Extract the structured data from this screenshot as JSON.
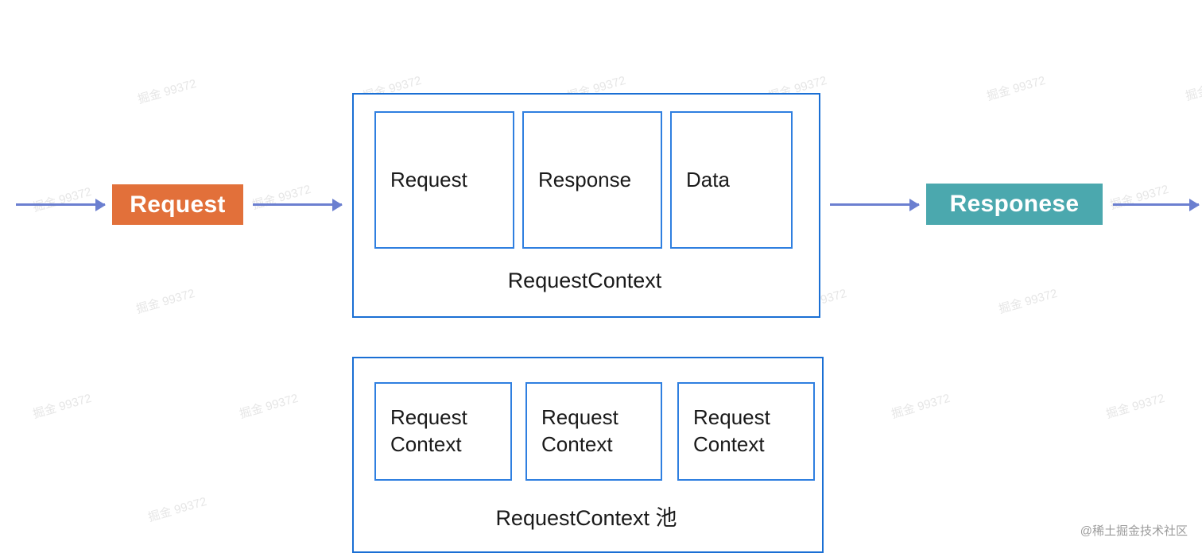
{
  "diagram": {
    "title": "RequestContext 池 flow diagram",
    "colors": {
      "arrow": "#6b7fd0",
      "request_pill": "#e2703a",
      "response_pill": "#4ba8ae",
      "container_border": "#1a6fd4",
      "inner_border": "#2f7fe0",
      "text": "#1a1a1a"
    },
    "pills": {
      "request": "Request",
      "response": "Responese"
    },
    "request_context": {
      "caption": "RequestContext",
      "boxes": [
        {
          "label": "Request"
        },
        {
          "label": "Response"
        },
        {
          "label": "Data"
        }
      ]
    },
    "request_context_pool": {
      "caption": "RequestContext 池",
      "boxes": [
        {
          "label": "Request\nContext"
        },
        {
          "label": "Request\nContext"
        },
        {
          "label": "Request\nContext"
        }
      ]
    },
    "arrows": [
      {
        "name": "arrow-into-request"
      },
      {
        "name": "arrow-request-to-context"
      },
      {
        "name": "arrow-context-to-response"
      },
      {
        "name": "arrow-out-of-response"
      }
    ],
    "watermarks": [
      "掘金 99372",
      "掘金 99372",
      "掘金 99372",
      "掘金 99372",
      "掘金 99372",
      "掘金 99372",
      "掘金 99372",
      "掘金 99372",
      "掘金 99372",
      "掘金 99372",
      "掘金 99372",
      "掘金 99372",
      "掘金 99372",
      "掘金 99372",
      "掘金 99372",
      "掘金 99372",
      "掘金 99372",
      "掘金 99372",
      "掘金 99372",
      "掘金 99372"
    ],
    "footer_credit": "@稀土掘金技术社区"
  }
}
